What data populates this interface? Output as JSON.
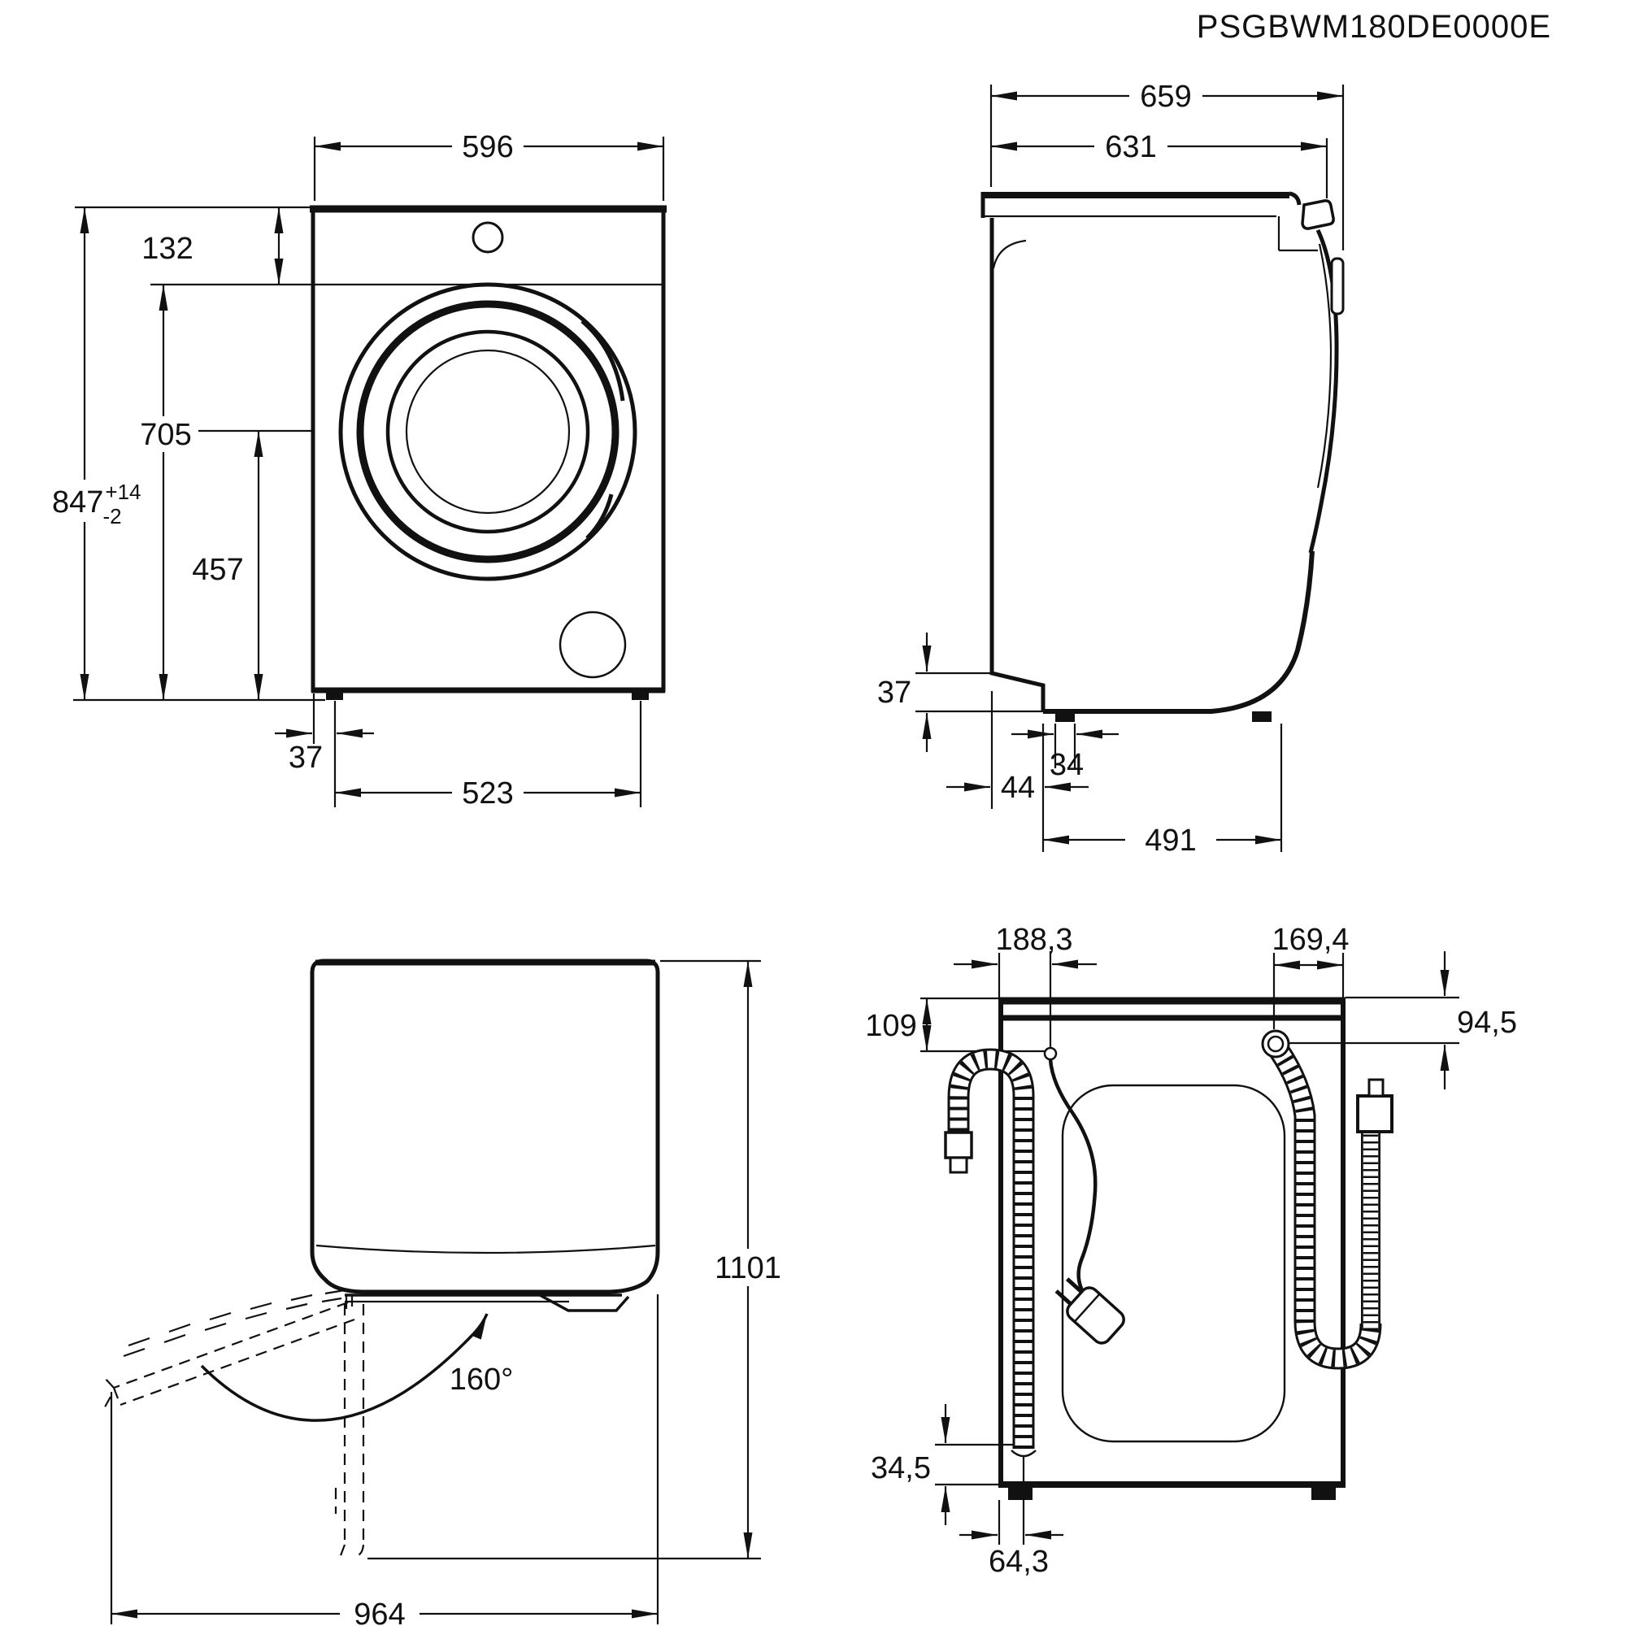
{
  "part_number": "PSGBWM180DE0000E",
  "views": {
    "front": {
      "width": "596",
      "panel_height": "132",
      "door_center_drop": "705",
      "height": "847",
      "height_tol_plus": "+14",
      "height_tol_minus": "-2",
      "door_center_height": "457",
      "foot_side_offset": "37",
      "foot_spacing": "523"
    },
    "side": {
      "depth_total": "659",
      "depth_body": "631",
      "plinth_height": "37",
      "foot_width": "34",
      "foot_back_offset": "44",
      "foot_spacing": "491"
    },
    "top": {
      "depth_door_open": "1101",
      "door_opening_angle": "160°",
      "width_door_open": "964"
    },
    "rear": {
      "cord_offset": "188,3",
      "inlet_offset": "169,4",
      "cord_drop": "109",
      "inlet_drop": "94,5",
      "drain_bottom_height": "34,5",
      "drain_offset": "64,3"
    }
  }
}
